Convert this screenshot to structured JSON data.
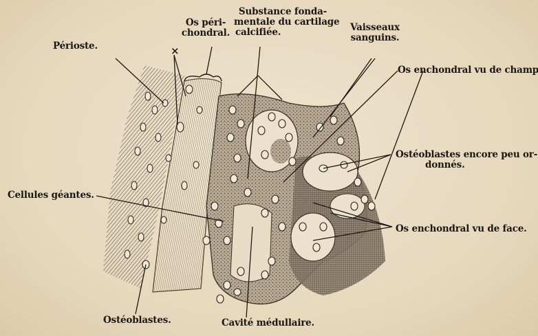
{
  "labels": {
    "perioste": "Périoste.",
    "os_peri_1": "Os péri-",
    "os_peri_2": "chondral.",
    "substance_1": "Substance fonda-",
    "substance_2": "mentale du cartilage",
    "substance_3": "calcifiée.",
    "vaisseaux_1": "Vaisseaux",
    "vaisseaux_2": "sanguins.",
    "os_champ": "Os enchondral vu de champ.",
    "osteoblastes_ordonnes_1": "Ostéoblastes encore peu or-",
    "osteoblastes_ordonnes_2": "donnés.",
    "cellules_geantes": "Cellules géantes.",
    "os_face": "Os enchondral vu de face.",
    "osteoblastes": "Ostéoblastes.",
    "cavite": "Cavité médullaire.",
    "cross_mark": "×"
  },
  "colors": {
    "background": "#e9dcc4",
    "ink": "#1c1712"
  }
}
